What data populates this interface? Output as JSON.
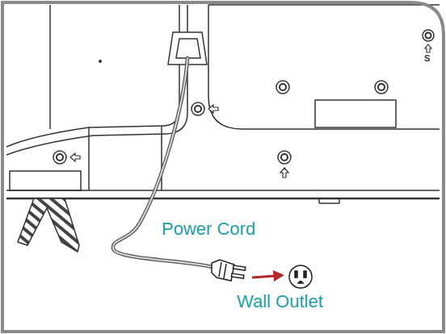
{
  "diagram": {
    "labels": [
      "Power Cord",
      "Wall Outlet",
      "S"
    ]
  }
}
